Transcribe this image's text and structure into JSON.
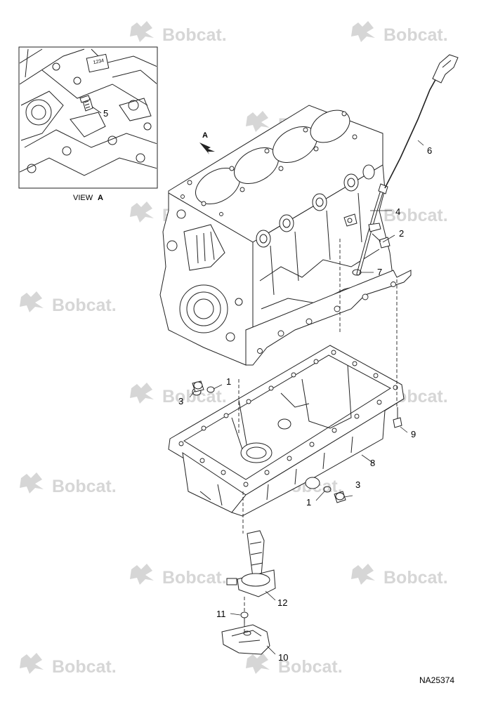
{
  "watermark": {
    "brand": "Bobcat."
  },
  "inset": {
    "caption_view": "VIEW",
    "caption_letter": "A",
    "decal_text": "1234"
  },
  "view_arrow_label": "A",
  "callouts": [
    "1",
    "1",
    "2",
    "3",
    "3",
    "4",
    "5",
    "6",
    "7",
    "8",
    "9",
    "10",
    "11",
    "12"
  ],
  "drawing_id": "NA25374"
}
